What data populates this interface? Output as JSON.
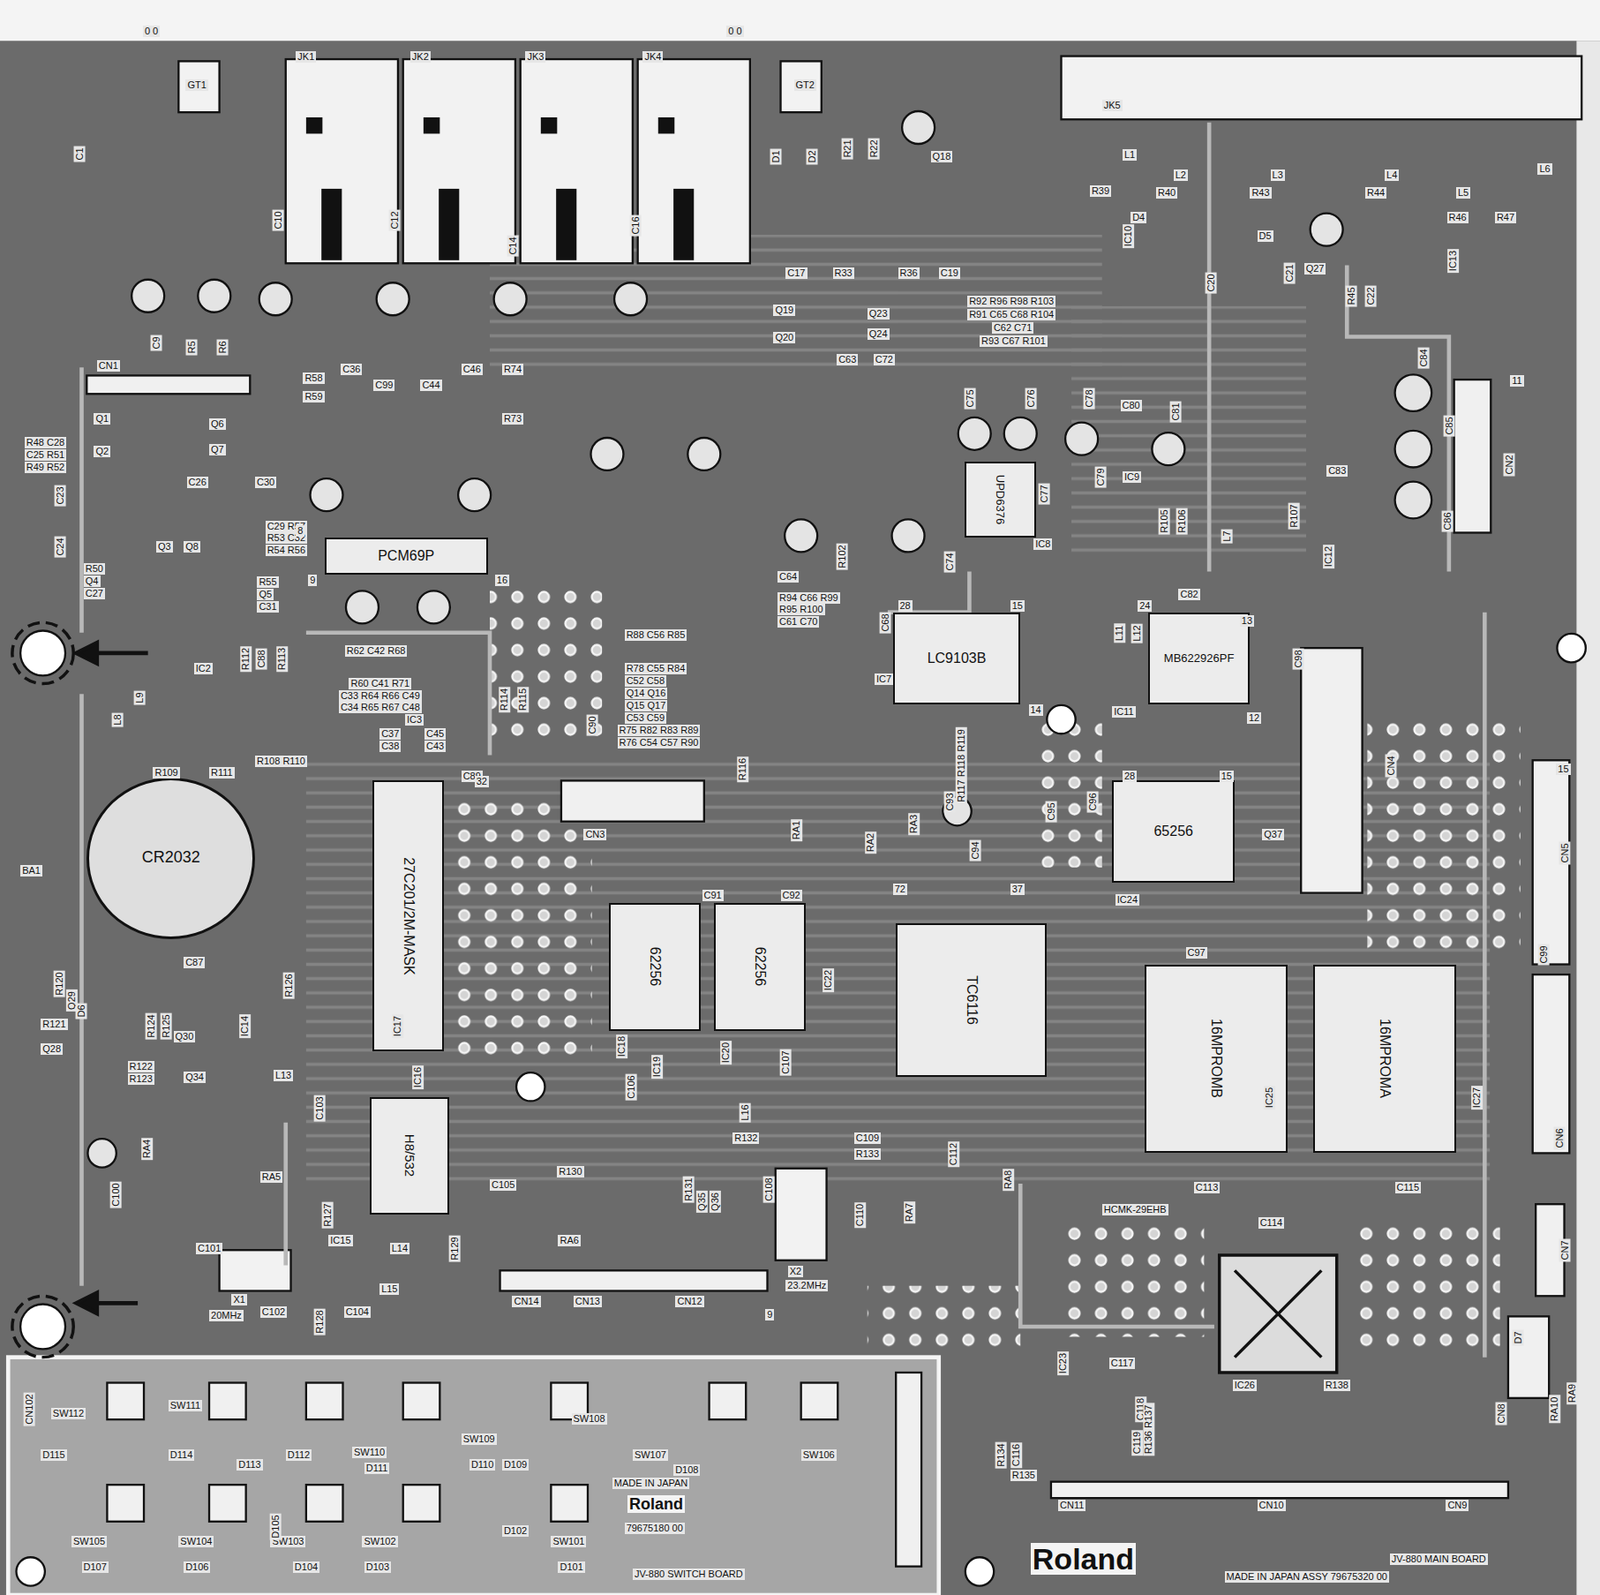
{
  "diagram": {
    "nodes": [
      {
        "text": [
          "PCM69P"
        ]
      },
      {
        "text": [
          "UPD6376"
        ]
      },
      {
        "text": [
          "LC9103B"
        ]
      },
      {
        "text": [
          "MB622926PF"
        ]
      },
      {
        "text": [
          "65256"
        ]
      },
      {
        "text": [
          "27C201/2M-MASK"
        ]
      },
      {
        "text": [
          "62256"
        ]
      },
      {
        "text": [
          "62256"
        ]
      },
      {
        "text": [
          "TC6116"
        ]
      },
      {
        "text": [
          "16MPROMB"
        ]
      },
      {
        "text": [
          "16MPROMA"
        ]
      },
      {
        "text": [
          "H8/532"
        ]
      },
      {
        "text": [
          "CR2032"
        ]
      }
    ],
    "labels": [
      "0 0",
      "0 0",
      "JK1",
      "JK2",
      "JK3",
      "JK4",
      "GT1",
      "GT2",
      "JK5",
      "L1",
      "L2",
      "L3",
      "L4",
      "L6",
      "L5",
      "R39",
      "R40",
      "R43",
      "R44",
      "R46",
      "R47",
      "D4",
      "D5",
      "Q27",
      "IC10",
      "IC13",
      "C21",
      "C22",
      "R45",
      "C20",
      "CN1",
      "C1",
      "C9",
      "R5",
      "R6",
      "C10",
      "C12",
      "C14",
      "C16",
      "Q18",
      "D1",
      "D2",
      "R21",
      "R22",
      "C17",
      "R33",
      "R36",
      "C19",
      "Q19",
      "Q20",
      "Q23",
      "Q24",
      "C63",
      "C72",
      "R92 R96 R98 R103",
      "R91 C65 C68 R104",
      "C62 C71",
      "R93 C67 R101",
      "C75",
      "C76",
      "C78",
      "C80",
      "C81",
      "C79",
      "C77",
      "IC9",
      "IC8",
      "C74",
      "C84",
      "C85",
      "C86",
      "C83",
      "CN2",
      "R105",
      "R106",
      "R107",
      "IC12",
      "L7",
      "Q1",
      "Q2",
      "Q6",
      "Q7",
      "R48 C28",
      "C25 R51",
      "R49 R52",
      "C26",
      "C30",
      "C23",
      "C24",
      "Q3",
      "Q8",
      "R50",
      "Q4",
      "C27",
      "C29 R57",
      "R53 C32",
      "R54 R56",
      "R55",
      "Q5",
      "C31",
      "C36",
      "C99",
      "C44",
      "C46",
      "R73",
      "R74",
      "R58",
      "R59",
      "R62 C42 R68",
      "R60 C41 R71",
      "C33 R64 R66 C49",
      "C34 R65 R67 C48",
      "IC3",
      "C37",
      "C38",
      "C45",
      "C43",
      "R88 C56 R85",
      "R78 C55 R84",
      "C52 C58",
      "Q14 Q16",
      "Q15 Q17",
      "C53 C59",
      "R75 R82 R83 R89",
      "R76 C54 C57 R90",
      "C64",
      "R94 C66 R99",
      "R95 R100",
      "C61 C70",
      "R102",
      "C68",
      "IC7",
      "IC11",
      "C82",
      "L11",
      "L12",
      "C98",
      "CN4",
      "CN5",
      "IC2",
      "R112",
      "C88",
      "R113",
      "R109",
      "R111",
      "R108 R110",
      "L9",
      "L8",
      "R114",
      "R115",
      "C90",
      "R116",
      "CN3",
      "BA1",
      "C89",
      "IC17",
      "R117 R118 R119",
      "C93",
      "C94",
      "C95",
      "C96",
      "RA1",
      "RA2",
      "RA3",
      "IC24",
      "Q37",
      "C91",
      "C92",
      "IC18",
      "IC22",
      "IC20",
      "C97",
      "C99",
      "CN6",
      "IC25",
      "IC27",
      "C113",
      "C115",
      "R120",
      "Q29",
      "D6",
      "R121",
      "Q28",
      "R124",
      "R125",
      "Q30",
      "IC14",
      "C87",
      "R126",
      "R122",
      "R123",
      "Q34",
      "L13",
      "C103",
      "IC16",
      "IC19",
      "C106",
      "C107",
      "L16",
      "R132",
      "C108",
      "R133",
      "C109",
      "C110",
      "X2",
      "23.2MHz",
      "C112",
      "RA7",
      "RA8",
      "RA4",
      "RA5",
      "C100",
      "C101",
      "C105",
      "R130",
      "R131",
      "Q35",
      "Q36",
      "RA6",
      "IC15",
      "R127",
      "L14",
      "L15",
      "R129",
      "R128",
      "C102",
      "C104",
      "X1",
      "20MHz",
      "CN14",
      "CN13",
      "CN12",
      "C114",
      "HCMK-29EHB",
      "IC26",
      "R138",
      "CN7",
      "D7",
      "RA9",
      "RA10",
      "CN8",
      "IC23",
      "C117",
      "C118",
      "R136 R137",
      "C119",
      "R134",
      "C116",
      "R135",
      "CN11",
      "CN10",
      "CN9",
      "JV-880 MAIN BOARD",
      "Roland",
      "MADE IN JAPAN ASSY 79675320 00",
      "SW112",
      "SW111",
      "D115",
      "D114",
      "D113",
      "D112",
      "SW110",
      "D111",
      "SW109",
      "D110",
      "D109",
      "SW108",
      "SW107",
      "SW106",
      "D108",
      "MADE IN JAPAN",
      "Roland",
      "79675180 00",
      "CN102",
      "SW105",
      "SW104",
      "SW103",
      "SW102",
      "SW101",
      "D107",
      "D106",
      "D105",
      "D104",
      "D103",
      "D102",
      "D101",
      "JV-880 SWITCH BOARD",
      "28",
      "15",
      "14",
      "24",
      "13",
      "12",
      "28",
      "15",
      "72",
      "37",
      "32",
      "8",
      "9",
      "16",
      "11",
      "15",
      "9"
    ]
  }
}
